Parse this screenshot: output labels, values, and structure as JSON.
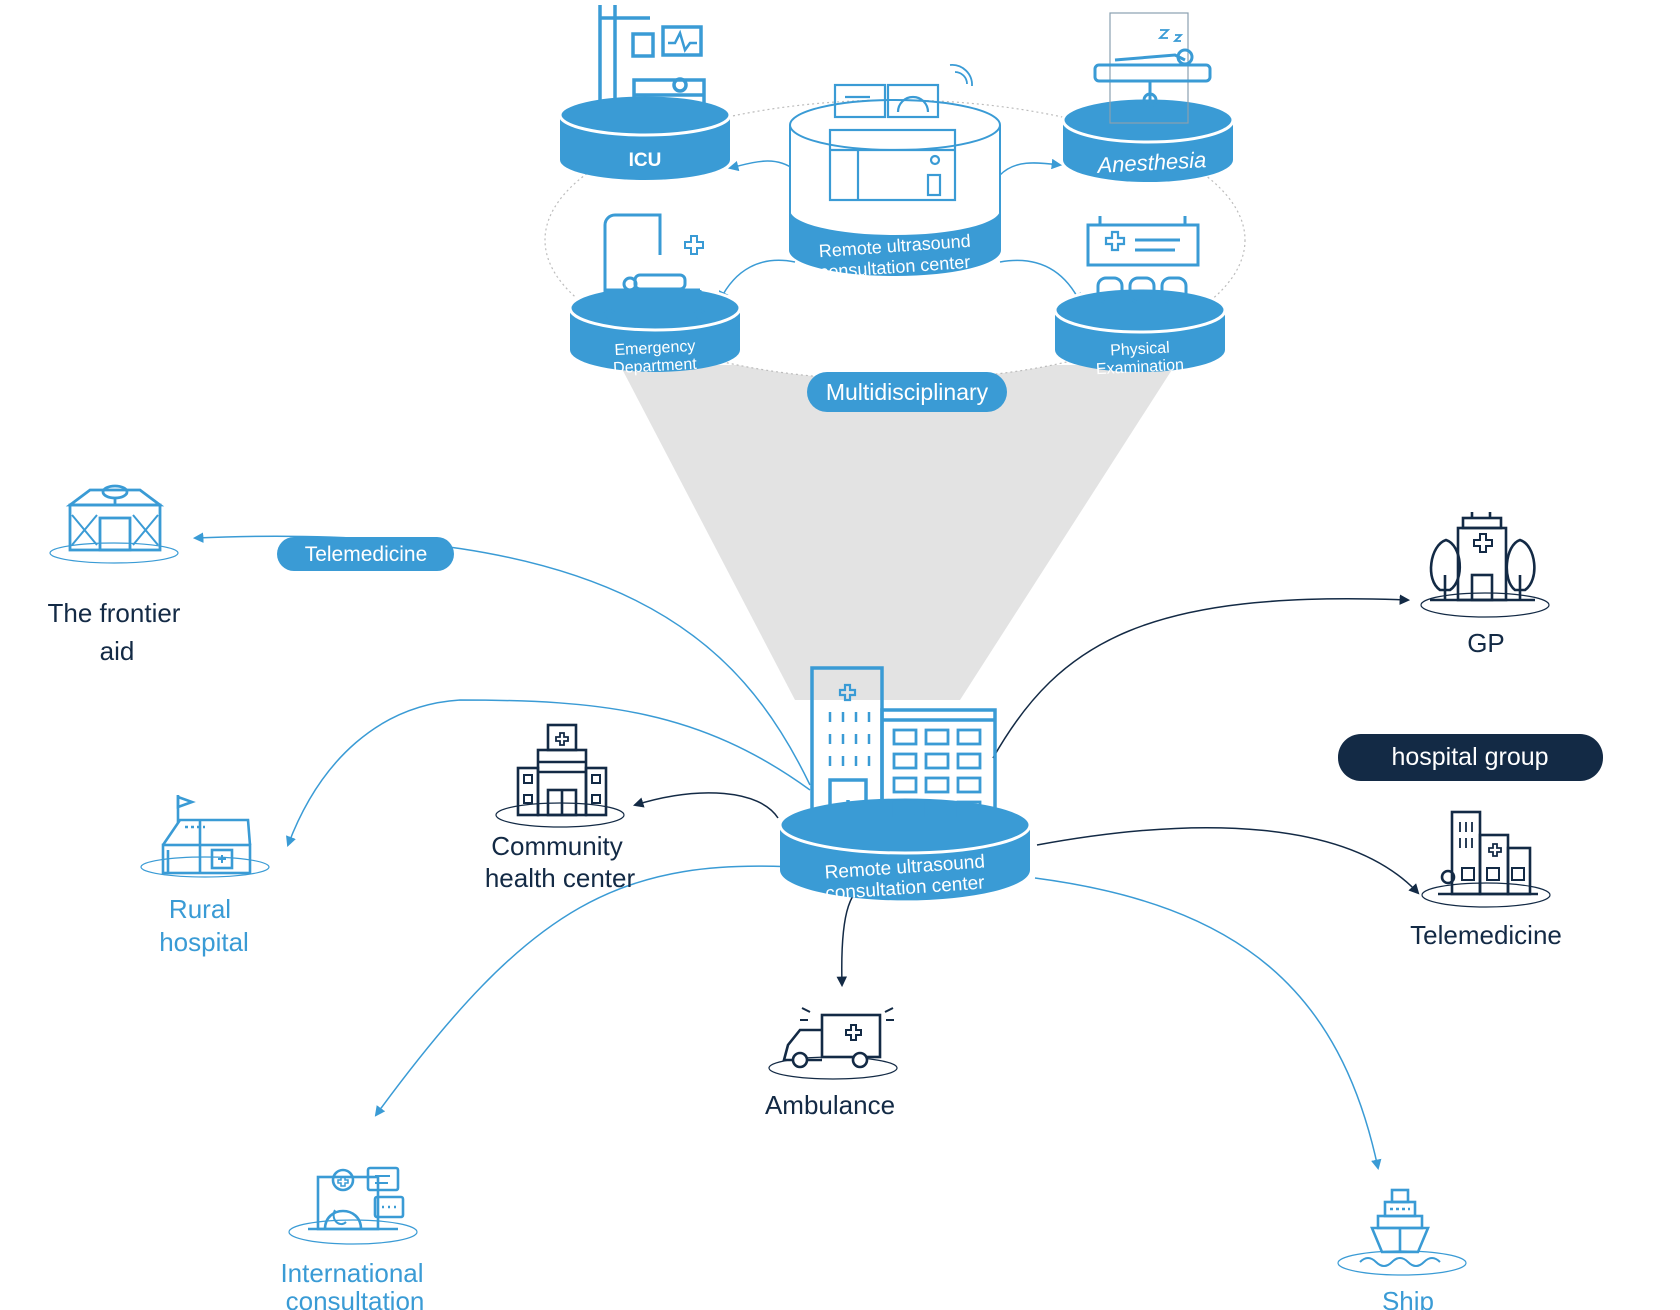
{
  "colors": {
    "blue": "#3a9bd5",
    "dark": "#132a45",
    "funnel": "#e3e3e3",
    "white": "#ffffff"
  },
  "top": {
    "icu": "ICU",
    "anesthesia": "Anesthesia",
    "center": [
      "Remote ultrasound",
      "consultation center"
    ],
    "emergency": [
      "Emergency",
      "Department"
    ],
    "physical": [
      "Physical",
      "Examination"
    ],
    "multidisciplinary": "Multidisciplinary"
  },
  "hub": {
    "center": [
      "Remote ultrasound",
      "consultation center"
    ]
  },
  "nodes": {
    "frontier": [
      "The frontier",
      "aid"
    ],
    "telemedicine_pill": "Telemedicine",
    "rural": [
      "Rural",
      "hospital"
    ],
    "community": [
      "Community",
      "health center"
    ],
    "ambulance": "Ambulance",
    "international": [
      "International",
      "consultation"
    ],
    "gp": "GP",
    "hospital_group_pill": "hospital group",
    "telemedicine": "Telemedicine",
    "ship": "Ship"
  },
  "icons": [
    "icu-monitor-icon",
    "anesthesia-bed-icon",
    "ultrasound-machine-icon",
    "emergency-bed-icon",
    "waiting-chairs-icon",
    "yurt-icon",
    "clinic-icon",
    "community-building-icon",
    "hospital-icon",
    "ambulance-icon",
    "doctor-chat-icon",
    "gp-hospital-icon",
    "hospital-group-icon",
    "ship-icon"
  ]
}
